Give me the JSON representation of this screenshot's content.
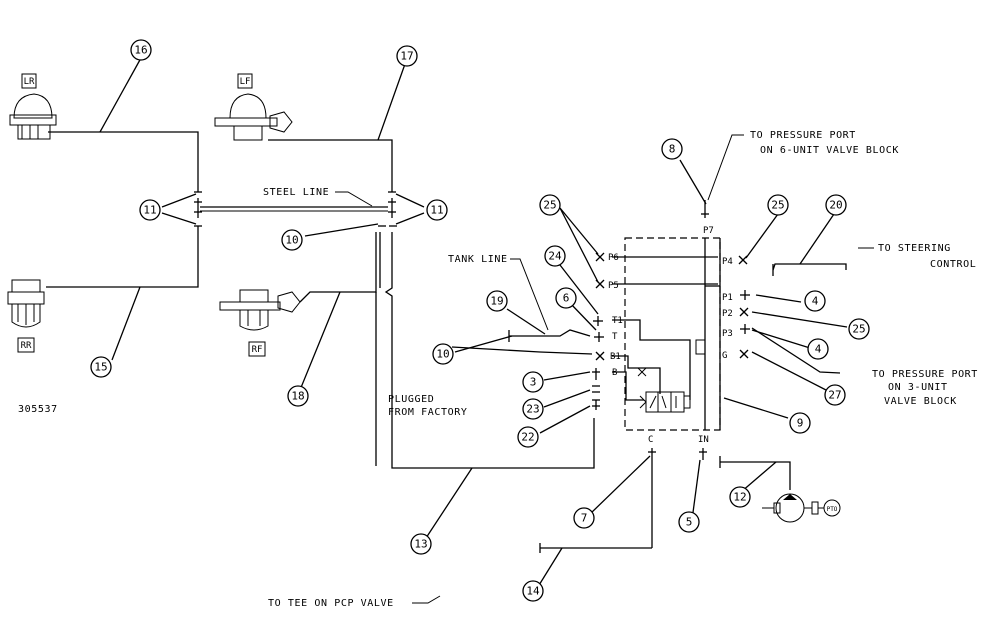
{
  "drawing_number": "305537",
  "wheel_labels": {
    "lr": "LR",
    "lf": "LF",
    "rr": "RR",
    "rf": "RF"
  },
  "callouts": {
    "c16": "16",
    "c17": "17",
    "c11a": "11",
    "c11b": "11",
    "c10a": "10",
    "c15": "15",
    "c18": "18",
    "c8": "8",
    "c25a": "25",
    "c25b": "25",
    "c20": "20",
    "c24": "24",
    "c6": "6",
    "c19": "19",
    "c10b": "10",
    "c4a": "4",
    "c25c": "25",
    "c4b": "4",
    "c3": "3",
    "c23": "23",
    "c22": "22",
    "c27": "27",
    "c9": "9",
    "c13": "13",
    "c7": "7",
    "c5": "5",
    "c12": "12",
    "c14": "14"
  },
  "labels": {
    "steel_line": "STEEL LINE",
    "tank_line": "TANK LINE",
    "plugged_1": "PLUGGED",
    "plugged_2": "FROM FACTORY",
    "to_pressure_6_1": "TO PRESSURE PORT",
    "to_pressure_6_2": "ON 6-UNIT VALVE BLOCK",
    "to_steering_1": "TO STEERING",
    "to_steering_2": "CONTROL",
    "to_pressure_3_1": "TO PRESSURE PORT",
    "to_pressure_3_2": "ON 3-UNIT",
    "to_pressure_3_3": "VALVE BLOCK",
    "to_tee": "TO TEE ON PCP VALVE",
    "pto": "PTO"
  },
  "ports": {
    "p7": "P7",
    "p6": "P6",
    "p5": "P5",
    "p4": "P4",
    "p1": "P1",
    "p2": "P2",
    "p3": "P3",
    "g": "G",
    "t1": "T1",
    "t": "T",
    "b1": "B1",
    "b": "B",
    "c": "C",
    "in": "IN"
  }
}
